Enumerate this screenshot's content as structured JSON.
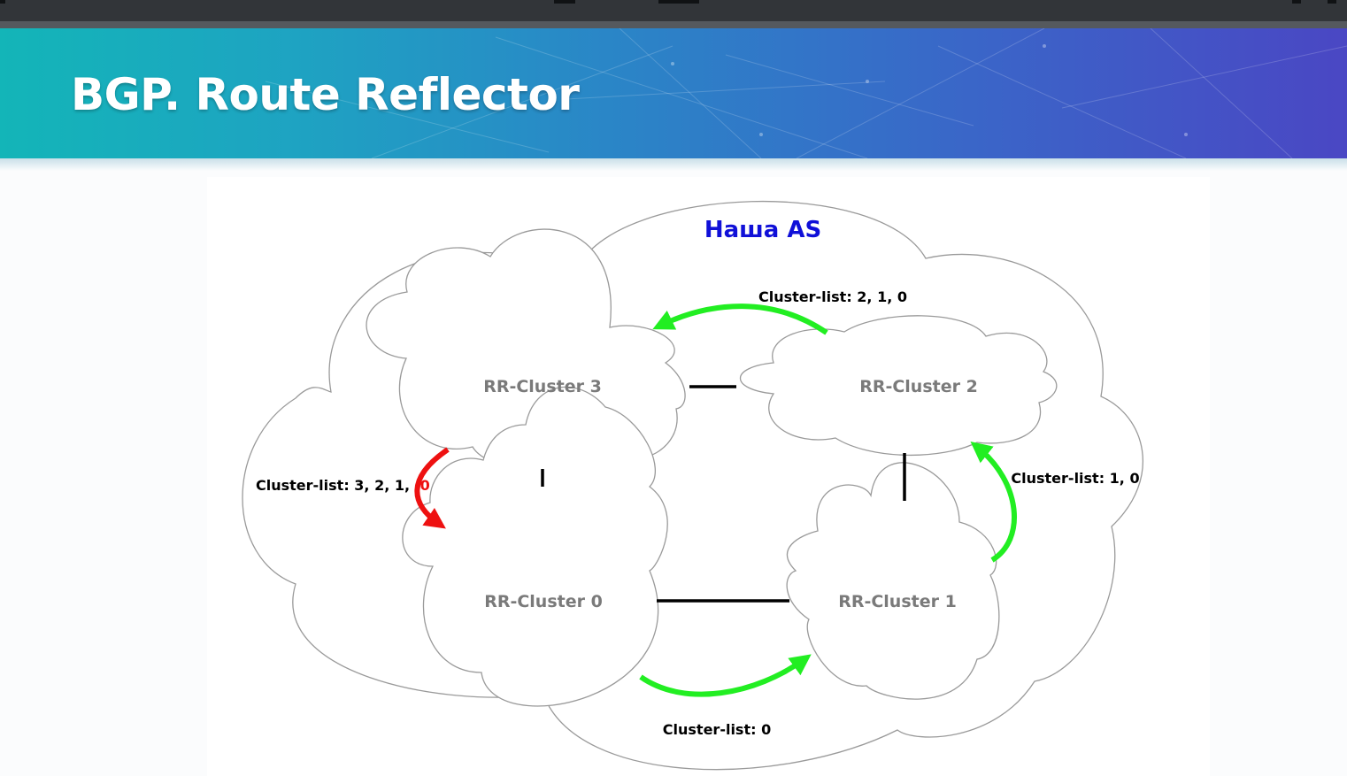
{
  "slide": {
    "title": "BGP. Route Reflector"
  },
  "diagram": {
    "as_label": "Наша AS",
    "clusters": [
      {
        "id": "cluster3",
        "label": "RR-Cluster 3"
      },
      {
        "id": "cluster2",
        "label": "RR-Cluster 2"
      },
      {
        "id": "cluster0",
        "label": "RR-Cluster 0"
      },
      {
        "id": "cluster1",
        "label": "RR-Cluster 1"
      }
    ],
    "links": [
      {
        "from": "RR-Cluster 3",
        "to": "RR-Cluster 2"
      },
      {
        "from": "RR-Cluster 3",
        "to": "RR-Cluster 0"
      },
      {
        "from": "RR-Cluster 2",
        "to": "RR-Cluster 1"
      },
      {
        "from": "RR-Cluster 0",
        "to": "RR-Cluster 1"
      }
    ],
    "updates": [
      {
        "from": "RR-Cluster 0",
        "to": "RR-Cluster 1",
        "label": "Cluster-list: 0",
        "color": "#22ee22"
      },
      {
        "from": "RR-Cluster 1",
        "to": "RR-Cluster 2",
        "label": "Cluster-list: 1, 0",
        "color": "#22ee22"
      },
      {
        "from": "RR-Cluster 2",
        "to": "RR-Cluster 3",
        "label": "Cluster-list: 2, 1, 0",
        "color": "#22ee22"
      },
      {
        "from": "RR-Cluster 3",
        "to": "RR-Cluster 0",
        "label_prefix": "Cluster-list: 3, 2, 1,",
        "label_highlight": "0",
        "color": "#ee1111",
        "highlight_color": "#ee1111"
      }
    ],
    "colors": {
      "as_label": "#1010d8",
      "cluster_label": "#7a7a7a",
      "cloud_stroke": "#9a9a9a",
      "link": "#000000"
    }
  }
}
